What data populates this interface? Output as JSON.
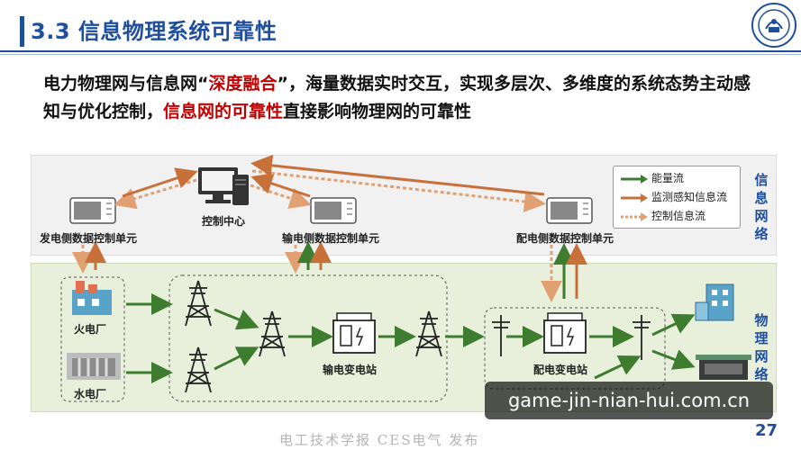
{
  "header": {
    "title": "3.3 信息物理系统可靠性"
  },
  "paragraph": {
    "part1": "电力物理网与信息网“",
    "highlight1": "深度融合",
    "part2": "”，海量数据实时交互，实现多层次、多维度的系统态势主动感知与优化控制，",
    "highlight2": "信息网的可靠性",
    "part3": "直接影响物理网的可靠性"
  },
  "diagram": {
    "info_label": "信息网络",
    "phys_label": "物理网络",
    "control_center": "控制中心",
    "gen_unit": "发电侧数据控制单元",
    "trans_unit": "输电侧数据控制单元",
    "dist_unit": "配电侧数据控制单元",
    "thermal_plant": "火电厂",
    "hydro_plant": "水电厂",
    "trans_substation": "输电变电站",
    "dist_substation": "配电变电站"
  },
  "legend": {
    "energy_flow": "能量流",
    "monitor_flow": "监测感知信息流",
    "control_flow": "控制信息流"
  },
  "colors": {
    "brand_blue": "#1f4e9c",
    "highlight_red": "#c00000",
    "energy_green": "#3e7c2f",
    "monitor_orange": "#c8703a",
    "control_orange": "#e0a072"
  },
  "footer": {
    "page_number": "27",
    "publisher": "电工技术学报 CES电气 发布",
    "watermark": "game-jin-nian-hui.com.cn"
  }
}
